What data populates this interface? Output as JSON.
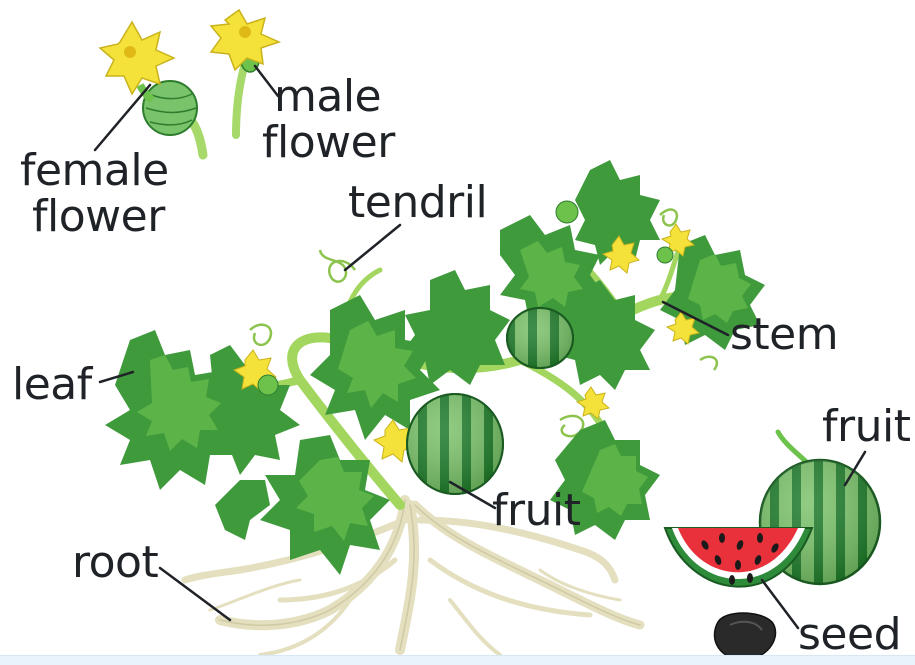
{
  "labels": {
    "female_flower": [
      "female",
      "flower"
    ],
    "male_flower": [
      "male",
      "flower"
    ],
    "tendril": "tendril",
    "leaf": "leaf",
    "stem": "stem",
    "fruit_plant": "fruit",
    "fruit_side": "fruit",
    "root": "root",
    "seed": "seed"
  },
  "colors": {
    "leaf_dark": "#3f9a3c",
    "leaf_light": "#6cc24a",
    "stem": "#a6d96a",
    "flower": "#f4e23a",
    "melon_dark": "#1f7a2c",
    "melon_light": "#79c36a",
    "flesh": "#e8313a",
    "rind": "#ffffff",
    "root": "#ece8cf",
    "seed": "#2a2a2a",
    "text": "#1f2328"
  }
}
